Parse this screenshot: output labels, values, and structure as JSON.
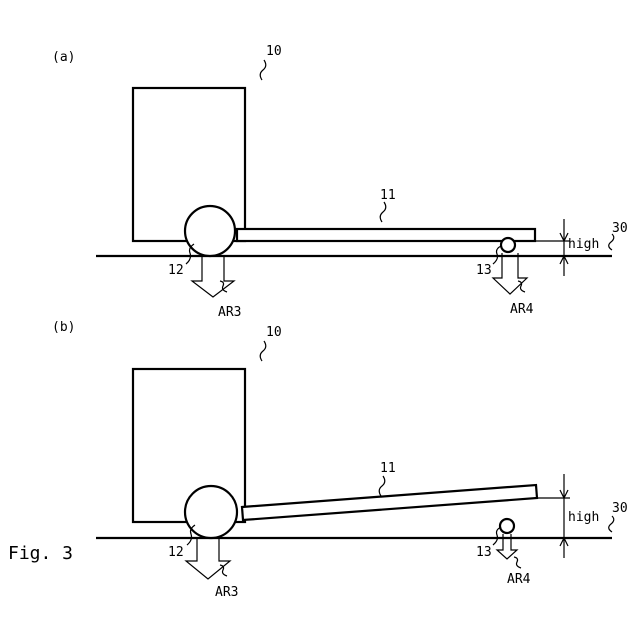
{
  "panels": {
    "a": {
      "tag": "(a)",
      "vehicle_ref": "10",
      "bar_ref": "11",
      "wheel_ref": "12",
      "caster_ref": "13",
      "arrow3": "AR3",
      "arrow4": "AR4",
      "high": "high",
      "ground_ref": "30"
    },
    "b": {
      "tag": "(b)",
      "vehicle_ref": "10",
      "bar_ref": "11",
      "wheel_ref": "12",
      "caster_ref": "13",
      "arrow3": "AR3",
      "arrow4": "AR4",
      "high": "high",
      "ground_ref": "30"
    }
  },
  "figure_label": "Fig. 3"
}
